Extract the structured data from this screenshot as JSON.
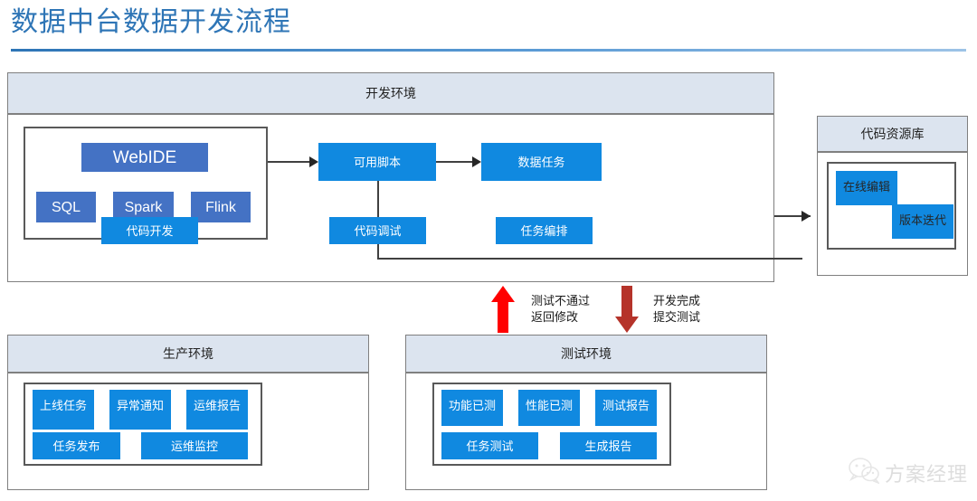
{
  "title": "数据中台数据开发流程",
  "colors": {
    "title_blue": "#2E75B6",
    "panel_header": "#DCE4EF",
    "chip_blue": "#1089E0",
    "ide_blue": "#4472C4",
    "arrow_up_red": "#FF0000",
    "arrow_down_red": "#B5332A",
    "border_gray": "#7F7F7F"
  },
  "dev_env": {
    "header": "开发环境",
    "ide_group": {
      "webide": "WebIDE",
      "engines": [
        "SQL",
        "Spark",
        "Flink"
      ]
    },
    "flow": {
      "script": "可用脚本",
      "task": "数据任务"
    },
    "stage_labels": [
      "代码开发",
      "代码调试",
      "任务编排"
    ]
  },
  "code_repo": {
    "header": "代码资源库",
    "items": [
      "在线编辑",
      "版本迭代"
    ]
  },
  "transitions": [
    {
      "name": "test-failed",
      "direction": "up",
      "line1": "测试不通过",
      "line2": "返回修改",
      "color": "#FF0000"
    },
    {
      "name": "dev-complete",
      "direction": "down",
      "line1": "开发完成",
      "line2": "提交测试",
      "color": "#B5332A"
    }
  ],
  "prod_env": {
    "header": "生产环境",
    "top_row": [
      "上线任务",
      "异常通知",
      "运维报告"
    ],
    "bottom_row": [
      "任务发布",
      "运维监控"
    ]
  },
  "test_env": {
    "header": "测试环境",
    "top_row": [
      "功能已测",
      "性能已测",
      "测试报告"
    ],
    "bottom_row": [
      "任务测试",
      "生成报告"
    ]
  },
  "watermark": {
    "icon": "wechat-icon",
    "text": "方案经理"
  }
}
